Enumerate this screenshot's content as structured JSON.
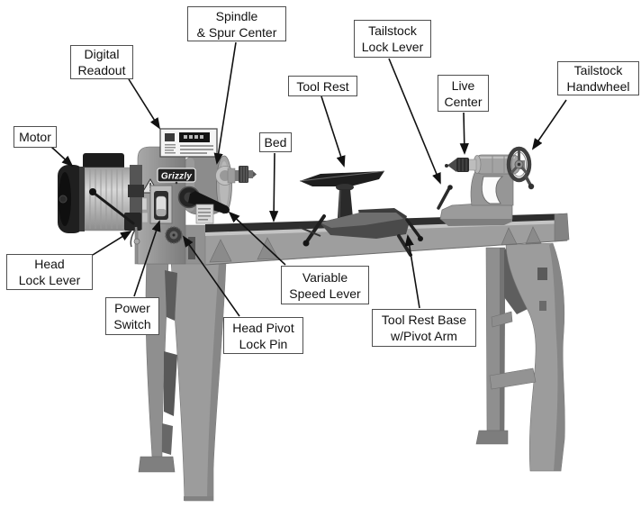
{
  "diagram": {
    "type": "labeled-parts-diagram",
    "subject": "wood lathe",
    "brand": "Grizzly",
    "label_border_color": "#4f4f4f",
    "label_text_color": "#111111",
    "arrow_color": "#111111",
    "labels": [
      {
        "id": "motor",
        "text": "Motor"
      },
      {
        "id": "digital-readout",
        "text": "Digital\nReadout"
      },
      {
        "id": "spindle-spur-center",
        "text": "Spindle\n& Spur Center"
      },
      {
        "id": "tool-rest",
        "text": "Tool Rest"
      },
      {
        "id": "bed",
        "text": "Bed"
      },
      {
        "id": "tailstock-lock-lever",
        "text": "Tailstock\nLock Lever"
      },
      {
        "id": "live-center",
        "text": "Live\nCenter"
      },
      {
        "id": "tailstock-handwheel",
        "text": "Tailstock\nHandwheel"
      },
      {
        "id": "head-lock-lever",
        "text": "Head\nLock Lever"
      },
      {
        "id": "power-switch",
        "text": "Power\nSwitch"
      },
      {
        "id": "head-pivot-lock-pin",
        "text": "Head Pivot\nLock Pin"
      },
      {
        "id": "variable-speed-lever",
        "text": "Variable\nSpeed Lever"
      },
      {
        "id": "tool-rest-base",
        "text": "Tool Rest Base\nw/Pivot Arm"
      }
    ]
  }
}
